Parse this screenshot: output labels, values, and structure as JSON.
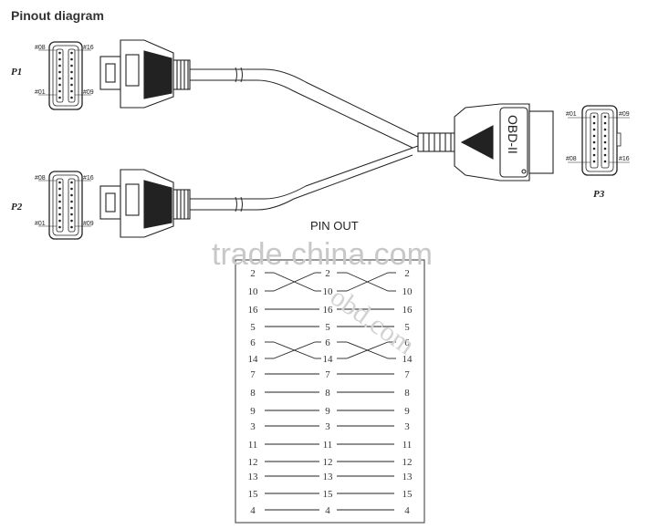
{
  "header": {
    "title": "Pinout diagram"
  },
  "connectors": {
    "p1": {
      "label": "P1",
      "pins": {
        "top_left": "#08",
        "top_right": "#16",
        "bottom_left": "#01",
        "bottom_right": "#09"
      }
    },
    "p2": {
      "label": "P2",
      "pins": {
        "top_left": "#08",
        "top_right": "#16",
        "bottom_left": "#01",
        "bottom_right": "#09"
      }
    },
    "p3": {
      "label": "P3",
      "housing_text": "OBD-II",
      "pins": {
        "top_left": "#01",
        "top_right": "#09",
        "bottom_left": "#08",
        "bottom_right": "#16"
      }
    }
  },
  "pinout": {
    "title": "PIN OUT",
    "rows": [
      {
        "left": "2",
        "mid": "2",
        "right": "2",
        "cross": true
      },
      {
        "left": "10",
        "mid": "10",
        "right": "10",
        "cross": true
      },
      {
        "left": "16",
        "mid": "16",
        "right": "16",
        "cross": false
      },
      {
        "left": "5",
        "mid": "5",
        "right": "5",
        "cross": false
      },
      {
        "left": "6",
        "mid": "6",
        "right": "6",
        "cross": true
      },
      {
        "left": "14",
        "mid": "14",
        "right": "14",
        "cross": true
      },
      {
        "left": "7",
        "mid": "7",
        "right": "7",
        "cross": false
      },
      {
        "left": "8",
        "mid": "8",
        "right": "8",
        "cross": false
      },
      {
        "left": "9",
        "mid": "9",
        "right": "9",
        "cross": false
      },
      {
        "left": "3",
        "mid": "3",
        "right": "3",
        "cross": false
      },
      {
        "left": "11",
        "mid": "11",
        "right": "11",
        "cross": false
      },
      {
        "left": "12",
        "mid": "12",
        "right": "12",
        "cross": false
      },
      {
        "left": "13",
        "mid": "13",
        "right": "13",
        "cross": false
      },
      {
        "left": "15",
        "mid": "15",
        "right": "15",
        "cross": false
      },
      {
        "left": "4",
        "mid": "4",
        "right": "4",
        "cross": false
      }
    ]
  },
  "watermark": {
    "site": "trade.china.com",
    "url": "obd.com"
  },
  "colors": {
    "line": "#222222",
    "box": "#555555",
    "watermark": "#c8c8c8"
  }
}
